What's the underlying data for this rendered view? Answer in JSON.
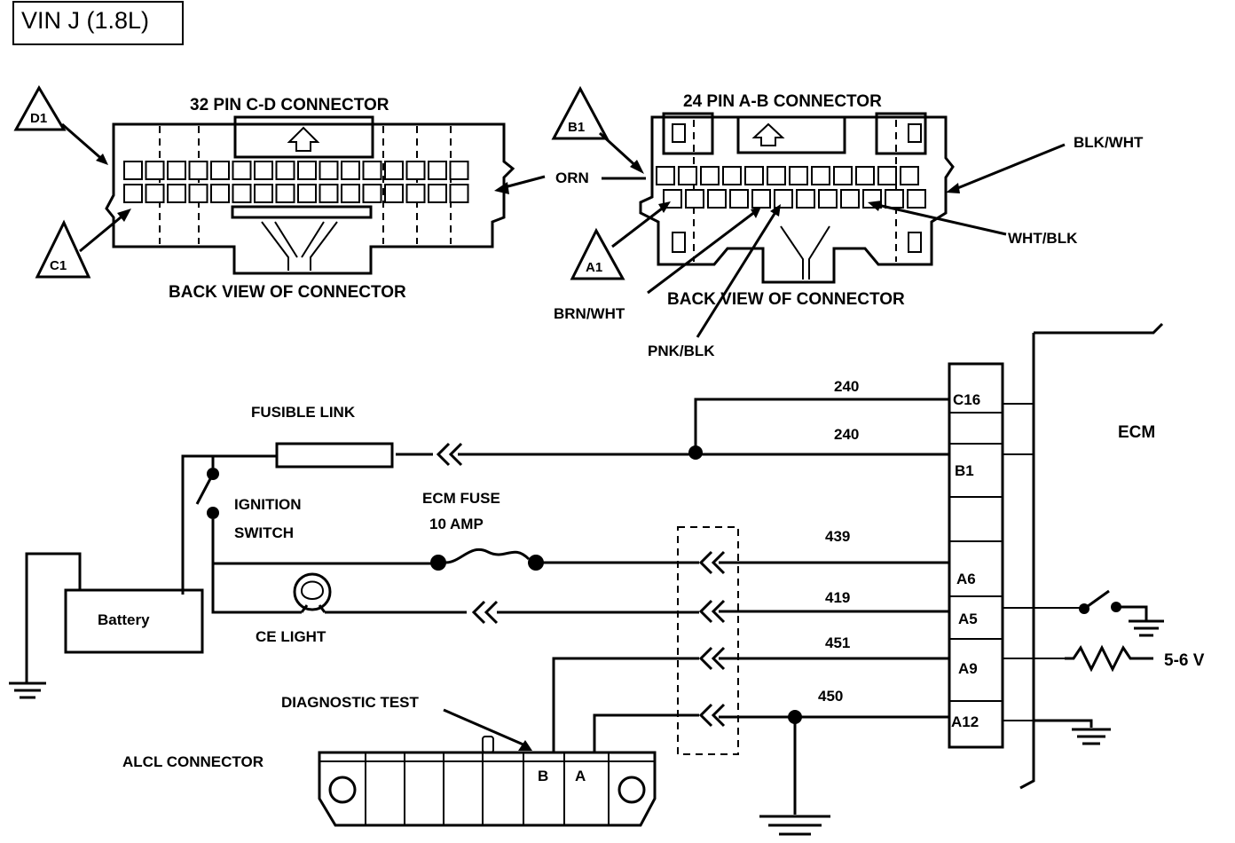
{
  "title": "VIN J (1.8L)",
  "connectors": {
    "cd": {
      "label": "32 PIN C-D  CONNECTOR",
      "view": "BACK VIEW OF CONNECTOR",
      "markers": [
        "D1",
        "C1"
      ],
      "wires": [
        "ORN"
      ]
    },
    "ab": {
      "label": "24 PIN A-B  CONNECTOR",
      "view": "BACK VIEW OF CONNECTOR",
      "markers": [
        "B1",
        "A1"
      ],
      "wires": [
        "BLK/WHT",
        "WHT/BLK",
        "BRN/WHT",
        "PNK/BLK"
      ]
    }
  },
  "schematic": {
    "components": {
      "fusible_link": "FUSIBLE LINK",
      "ignition_1": "IGNITION",
      "ignition_2": "SWITCH",
      "fuse_1": "ECM FUSE",
      "fuse_2": "10 AMP",
      "battery": "Battery",
      "ce_light": "CE LIGHT",
      "diagnostic_test": "DIAGNOSTIC TEST",
      "alcl": "ALCL CONNECTOR",
      "alcl_pin_b": "B",
      "alcl_pin_a": "A",
      "ecm": "ECM",
      "voltage": "5-6 V"
    },
    "circuits": [
      "240",
      "240",
      "439",
      "419",
      "451",
      "450"
    ],
    "ecm_pins": [
      "C16",
      "B1",
      "A6",
      "A5",
      "A9",
      "A12"
    ]
  }
}
